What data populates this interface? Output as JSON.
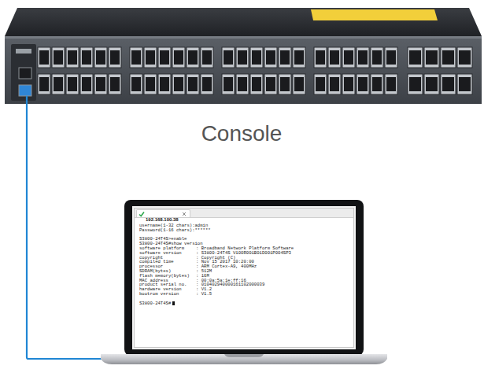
{
  "diagram": {
    "nodes": [
      {
        "text": [
          "192.168.100.38",
          "username(1-32 chars):admin",
          "Password(1-16 chars):******",
          "S3800-24T4S>enable",
          "S3800-24T4S#show version",
          "software platform",
          ": Broadband Network Platform Software",
          "software version",
          ": S3800-24T4S V100R001B01D001P004SP3",
          "copyright",
          ": Copyright (C)",
          "compiled time",
          ": Nov 15 2017 10:20:00",
          "processor",
          ": ARM Cortex-A9, 400MHz",
          "SDRAM(bytes)",
          ": 512M",
          "flash memory(bytes)",
          ": 16M",
          "MAC address",
          ": 00:0a:5a:1e:ff:16",
          "product serial no.",
          ": 010402940000161102000039",
          "hardware version",
          ": V1.2",
          "bootrom version",
          ": V1.5",
          "S3800-24T4S#"
        ]
      }
    ],
    "labels": [
      "Console"
    ]
  }
}
